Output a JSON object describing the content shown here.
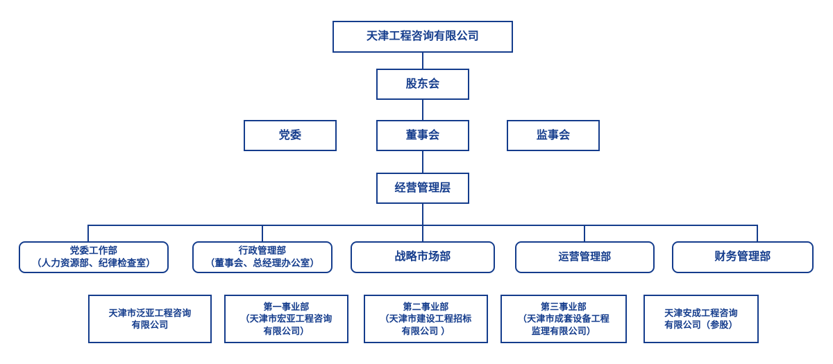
{
  "meta": {
    "title": "天津工程咨询有限公司组织结构图",
    "accent_color": "#143c8c",
    "background_color": "#ffffff"
  },
  "nodes": {
    "company": {
      "line1": "天津工程咨询有限公司"
    },
    "shareholders": {
      "line1": "股东会"
    },
    "party_committee": {
      "line1": "党委"
    },
    "board_of_directors": {
      "line1": "董事会"
    },
    "board_of_supervisors": {
      "line1": "监事会"
    },
    "management": {
      "line1": "经营管理层"
    }
  },
  "departments": [
    {
      "line1": "党委工作部",
      "line2": "（人力资源部、纪律检查室）"
    },
    {
      "line1": "行政管理部",
      "line2": "（董事会、总经理办公室）"
    },
    {
      "line1": "战略市场部",
      "line2": ""
    },
    {
      "line1": "运营管理部",
      "line2": ""
    },
    {
      "line1": "财务管理部",
      "line2": ""
    }
  ],
  "subsidiaries": [
    {
      "line1": "天津市泛亚工程咨询",
      "line2": "有限公司",
      "line3": ""
    },
    {
      "line1": "第一事业部",
      "line2": "（天津市宏亚工程咨询",
      "line3": "有限公司）"
    },
    {
      "line1": "第二事业部",
      "line2": "（天津市建设工程招标",
      "line3": "有限公司 ）"
    },
    {
      "line1": "第三事业部",
      "line2": "（天津市成套设备工程",
      "line3": "监理有限公司）"
    },
    {
      "line1": "天津安成工程咨询",
      "line2": "有限公司（参股）",
      "line3": ""
    }
  ]
}
